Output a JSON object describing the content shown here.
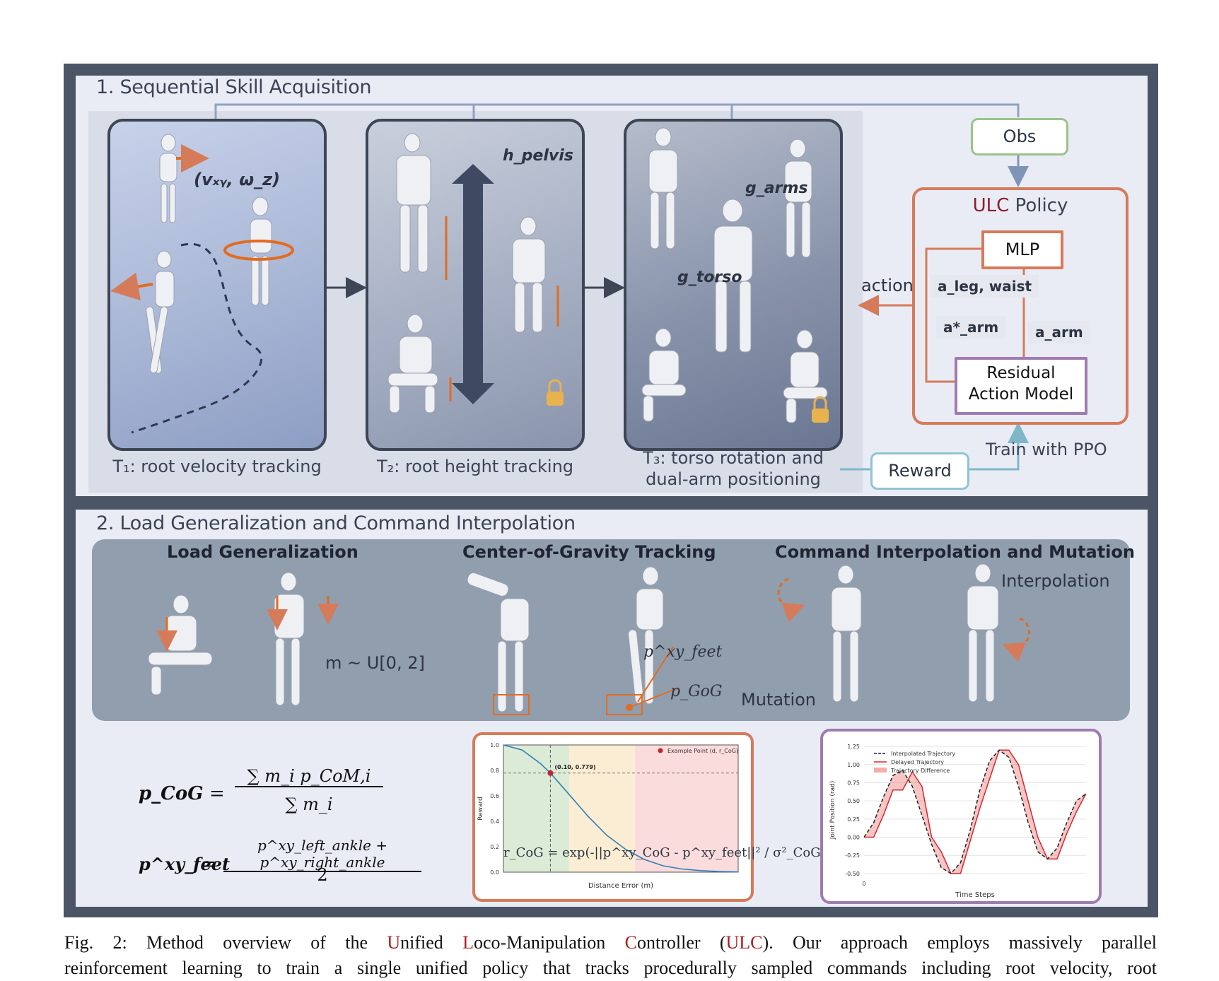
{
  "section1": {
    "title": "1. Sequential Skill Acquisition",
    "tasks": [
      {
        "caption": "T₁:  root velocity tracking",
        "overlay": "(vₓᵧ,  ω_z)"
      },
      {
        "caption": "T₂:  root height tracking",
        "overlay": "h_pelvis"
      },
      {
        "caption_line1": "T₃:  torso rotation and",
        "caption_line2": "dual-arm positioning",
        "overlay_arms": "g_arms",
        "overlay_torso": "g_torso"
      }
    ],
    "obs": "Obs",
    "policy_prefix": "ULC",
    "policy_suffix": " Policy",
    "mlp": "MLP",
    "residual_line1": "Residual",
    "residual_line2": "Action Model",
    "action": "action",
    "a_leg": "a_leg, waist",
    "a_arm_star": "a*_arm",
    "a_arm": "a_arm",
    "reward": "Reward",
    "train": "Train with PPO",
    "colors": {
      "policy_border": "#d67b5a",
      "obs_border": "#9cc387",
      "residual_border": "#a07bb0",
      "reward_border": "#8ec5d4",
      "ulc_red": "#8b1e2a"
    }
  },
  "section2": {
    "title": "2. Load Generalization and Command Interpolation",
    "load_title": "Load Generalization",
    "cog_title": "Center-of-Gravity Tracking",
    "interp_title": "Command Interpolation and Mutation",
    "mass_label": "m ~  U[0, 2]",
    "p_feet_label": "p^xy_feet",
    "p_gog_label": "p_GoG",
    "interpolation_label": "Interpolation",
    "mutation_label": "Mutation",
    "eq1_lhs": "p_CoG",
    "eq1_num": "∑ m_i p_CoM,i",
    "eq1_den": "∑ m_i",
    "eq2_lhs": "p^xy_feet",
    "eq2_num": "p^xy_left_ankle + p^xy_right_ankle",
    "eq2_den": "2",
    "reward_formula": "r_CoG = exp(-||p^xy_CoG - p^xy_feet||² / σ²_CoG)"
  },
  "chart_data": [
    {
      "type": "line",
      "xlabel": "Distance Error (m)",
      "ylabel": "Reward",
      "ylim": [
        0.0,
        1.0
      ],
      "yticks": [
        "0.0",
        "0.2",
        "0.4",
        "0.6",
        "0.8",
        "1.0"
      ],
      "legend": "Example Point (d, r_CoG)",
      "point_label": "(0.10, 0.779)",
      "point": {
        "x": 0.1,
        "y": 0.779
      },
      "series": [
        {
          "x": [
            0.0,
            0.04,
            0.08,
            0.1,
            0.14,
            0.18,
            0.22,
            0.26,
            0.3,
            0.34,
            0.38,
            0.42,
            0.46,
            0.5
          ],
          "values": [
            1.0,
            0.96,
            0.85,
            0.779,
            0.61,
            0.44,
            0.29,
            0.18,
            0.1,
            0.05,
            0.025,
            0.012,
            0.005,
            0.002
          ]
        }
      ],
      "xlim": [
        0.0,
        0.5
      ],
      "bands": [
        "#dcebd6",
        "#fbedd3",
        "#fbdcdc"
      ]
    },
    {
      "type": "line",
      "xlabel": "Time Steps",
      "ylabel": "Joint Position (rad)",
      "x_tick": "0",
      "yticks": [
        "-0.50",
        "-0.25",
        "0.00",
        "0.25",
        "0.50",
        "0.75",
        "1.00",
        "1.25"
      ],
      "ylim": [
        -0.55,
        1.3
      ],
      "legend": [
        "Interpolated Trajectory",
        "Delayed Trajectory",
        "Trajectory Difference"
      ],
      "series": [
        {
          "name": "Interpolated Trajectory",
          "values": [
            0.0,
            0.2,
            0.55,
            0.85,
            0.92,
            0.7,
            0.3,
            -0.1,
            -0.42,
            -0.5,
            -0.35,
            0.1,
            0.65,
            1.05,
            1.2,
            1.1,
            0.7,
            0.2,
            -0.2,
            -0.3,
            -0.15,
            0.2,
            0.5,
            0.6
          ]
        },
        {
          "name": "Delayed Trajectory",
          "values": [
            0.0,
            0.0,
            0.3,
            0.65,
            0.65,
            0.9,
            0.7,
            0.0,
            -0.2,
            -0.5,
            -0.5,
            -0.05,
            0.4,
            0.8,
            1.2,
            1.2,
            1.0,
            0.5,
            0.0,
            -0.3,
            -0.3,
            0.05,
            0.35,
            0.6
          ]
        }
      ]
    }
  ],
  "caption": {
    "line1_parts": [
      "Fig. 2: Method overview of the ",
      "U",
      "nified ",
      "L",
      "oco-Manipulation ",
      "C",
      "ontroller (",
      "ULC",
      "). Our approach employs massively parallel"
    ],
    "line2": "reinforcement learning to train a single unified policy that tracks procedurally sampled commands including root velocity, root"
  }
}
